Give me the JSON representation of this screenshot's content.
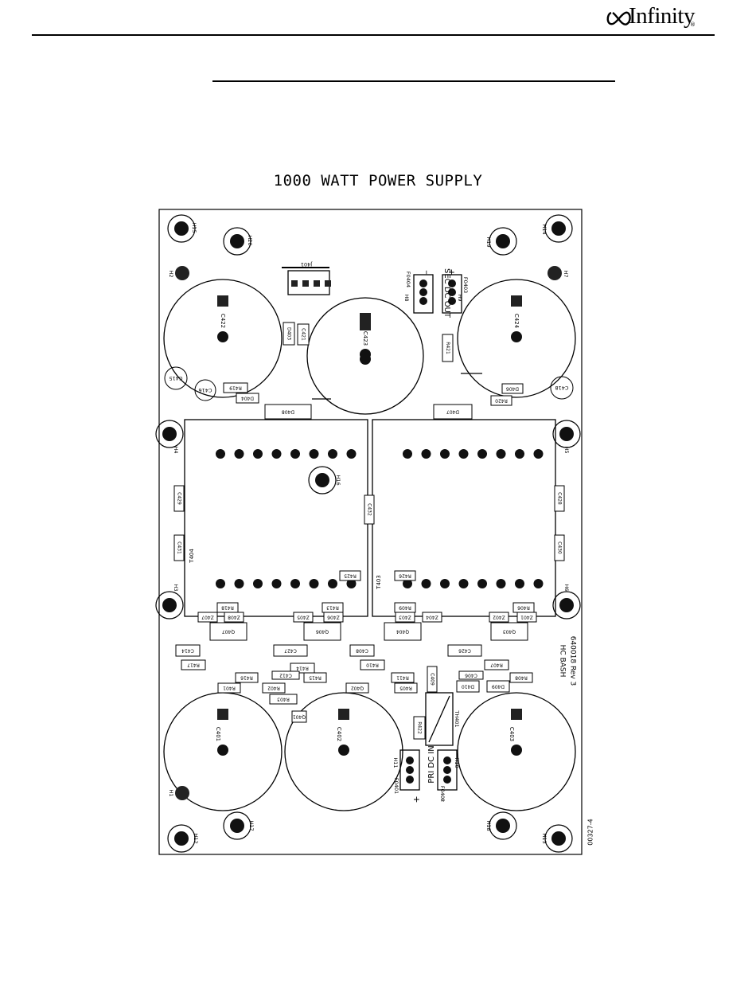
{
  "brand": {
    "name": "Infinity",
    "reg": "®"
  },
  "title": "1000 WATT POWER SUPPLY",
  "board": {
    "ref_note": "HC BASH",
    "part_number": "640018 Rev 3",
    "figure_id": "00327-4",
    "sec_label": "SEC DC OUT",
    "pri_label": "PRI DC IN",
    "plus": "+",
    "minus": "–",
    "caps": [
      {
        "label": "C422"
      },
      {
        "label": "C423"
      },
      {
        "label": "C424"
      },
      {
        "label": "C401"
      },
      {
        "label": "C402"
      },
      {
        "label": "C403"
      },
      {
        "label": "C415"
      },
      {
        "label": "C416"
      },
      {
        "label": "C418"
      }
    ],
    "holes": [
      {
        "label": "H15"
      },
      {
        "label": "H20"
      },
      {
        "label": "H19"
      },
      {
        "label": "H14"
      },
      {
        "label": "H2"
      },
      {
        "label": "H7"
      },
      {
        "label": "H8"
      },
      {
        "label": "H9"
      },
      {
        "label": "H4"
      },
      {
        "label": "H5"
      },
      {
        "label": "H16"
      },
      {
        "label": "H3"
      },
      {
        "label": "H6"
      },
      {
        "label": "H1"
      },
      {
        "label": "H11"
      },
      {
        "label": "H10"
      },
      {
        "label": "H12"
      },
      {
        "label": "H17"
      },
      {
        "label": "H18"
      },
      {
        "label": "H13"
      }
    ],
    "transformers": [
      {
        "label": "T404"
      },
      {
        "label": "T403"
      }
    ],
    "connectors": [
      {
        "label": "J401"
      },
      {
        "label": "F0404"
      },
      {
        "label": "F0403"
      },
      {
        "label": "F0401"
      },
      {
        "label": "F0402"
      },
      {
        "label": "TH401"
      }
    ],
    "components": [
      {
        "label": "D403"
      },
      {
        "label": "C421"
      },
      {
        "label": "R421"
      },
      {
        "label": "R419"
      },
      {
        "label": "D404"
      },
      {
        "label": "D408"
      },
      {
        "label": "D407"
      },
      {
        "label": "R420"
      },
      {
        "label": "D406"
      },
      {
        "label": "C429"
      },
      {
        "label": "C431"
      },
      {
        "label": "C432"
      },
      {
        "label": "C428"
      },
      {
        "label": "C430"
      },
      {
        "label": "R425"
      },
      {
        "label": "R426"
      },
      {
        "label": "R418"
      },
      {
        "label": "Z407"
      },
      {
        "label": "Z408"
      },
      {
        "label": "R413"
      },
      {
        "label": "Z405"
      },
      {
        "label": "Z406"
      },
      {
        "label": "R409"
      },
      {
        "label": "Z403"
      },
      {
        "label": "Z404"
      },
      {
        "label": "R406"
      },
      {
        "label": "Z402"
      },
      {
        "label": "Z401"
      },
      {
        "label": "Q407"
      },
      {
        "label": "Q406"
      },
      {
        "label": "Q404"
      },
      {
        "label": "Q403"
      },
      {
        "label": "C414"
      },
      {
        "label": "C427"
      },
      {
        "label": "C408"
      },
      {
        "label": "C426"
      },
      {
        "label": "R417"
      },
      {
        "label": "R414"
      },
      {
        "label": "R410"
      },
      {
        "label": "R407"
      },
      {
        "label": "C412"
      },
      {
        "label": "C409"
      },
      {
        "label": "C406"
      },
      {
        "label": "R416"
      },
      {
        "label": "R415"
      },
      {
        "label": "R411"
      },
      {
        "label": "R408"
      },
      {
        "label": "R401"
      },
      {
        "label": "R402"
      },
      {
        "label": "Q402"
      },
      {
        "label": "R405"
      },
      {
        "label": "D410"
      },
      {
        "label": "D409"
      },
      {
        "label": "R403"
      },
      {
        "label": "Q401"
      },
      {
        "label": "R422"
      }
    ]
  }
}
